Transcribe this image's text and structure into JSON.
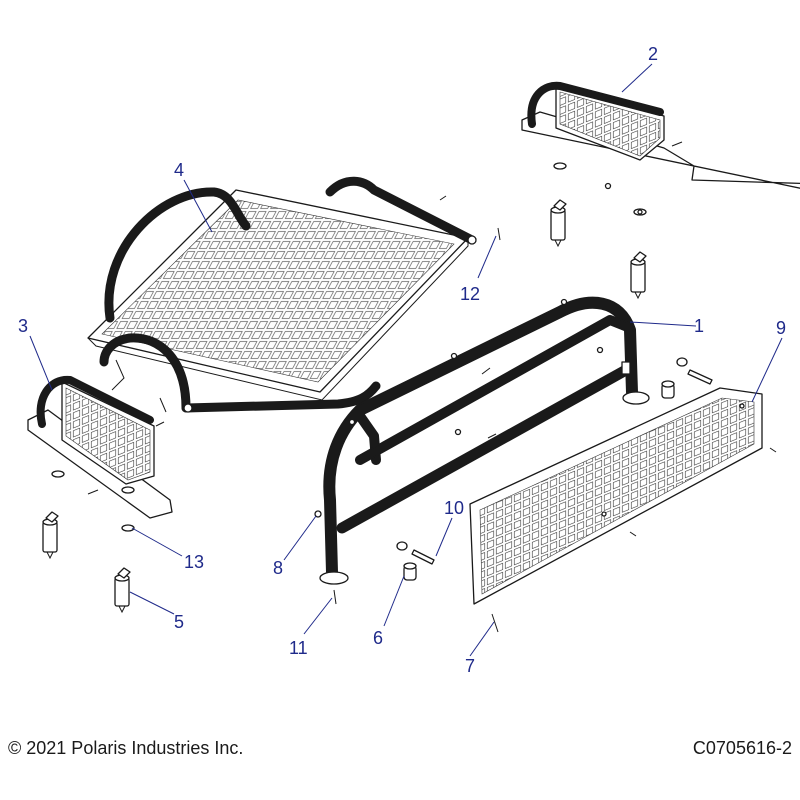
{
  "diagram": {
    "callouts": [
      {
        "id": "1",
        "label": "1"
      },
      {
        "id": "2",
        "label": "2"
      },
      {
        "id": "3",
        "label": "3"
      },
      {
        "id": "4",
        "label": "4"
      },
      {
        "id": "5",
        "label": "5"
      },
      {
        "id": "6",
        "label": "6"
      },
      {
        "id": "7",
        "label": "7"
      },
      {
        "id": "8",
        "label": "8"
      },
      {
        "id": "9",
        "label": "9"
      },
      {
        "id": "10",
        "label": "10"
      },
      {
        "id": "11",
        "label": "11"
      },
      {
        "id": "12",
        "label": "12"
      },
      {
        "id": "13",
        "label": "13"
      }
    ],
    "colors": {
      "callout": "#1f2a8a",
      "line": "#1a1a1a",
      "background": "#ffffff"
    }
  },
  "footer": {
    "copyright": "© 2021 Polaris Industries Inc.",
    "drawing_number": "C0705616-2"
  }
}
